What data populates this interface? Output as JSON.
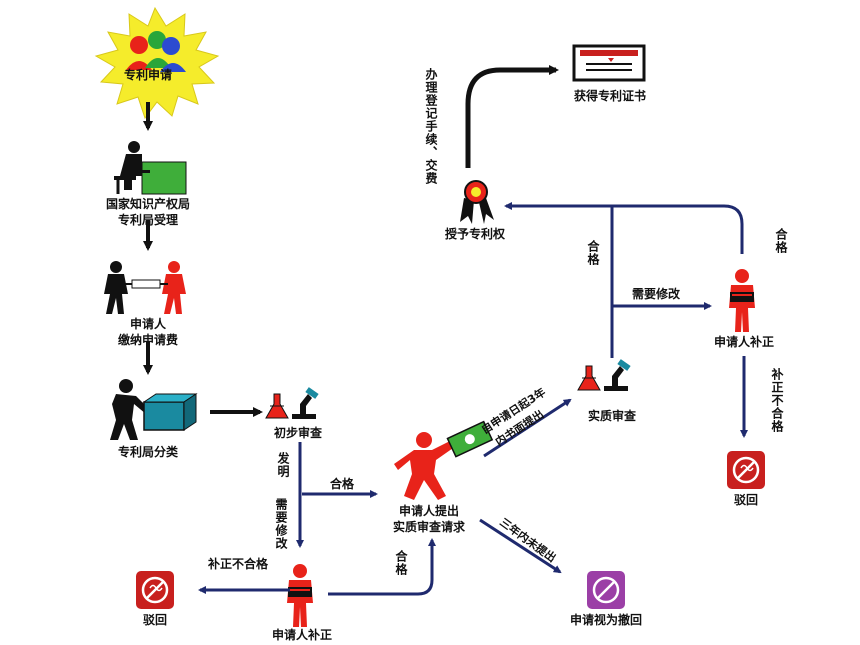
{
  "nodes": {
    "apply": "专利申请",
    "accept": [
      "国家知识产权局",
      "专利局受理"
    ],
    "pay": [
      "申请人",
      "缴纳申请费"
    ],
    "classify": "专利局分类",
    "prelim": "初步审查",
    "request": [
      "申请人提出",
      "实质审查请求"
    ],
    "substantive": "实质审查",
    "grant": "授予专利权",
    "certificate": "获得专利证书",
    "amend_left": "申请人补正",
    "amend_right": "申请人补正",
    "reject_left": "驳回",
    "reject_right": "驳回",
    "withdrawn": "申请视为撤回"
  },
  "edges": {
    "register": "办理登记手续、交费",
    "invention": "发明",
    "need_modify_left": "需要修改",
    "pass_left": "合格",
    "pass_amend": "合格",
    "amend_fail_left": "补正不合格",
    "within3": [
      "自申请日起3年",
      "内书面提出"
    ],
    "not3": "三年内未提出",
    "pass_sub": "合格",
    "need_modify_right": "需要修改",
    "pass_right": "合格",
    "amend_fail_right": "补正不合格"
  },
  "colors": {
    "blue_line": "#1f2a6e",
    "arrow_black": "#111111",
    "person_red": "#e8231a",
    "badge_red": "#c8201e",
    "badge_purple": "#9b3fa6",
    "star_yellow": "#f5ec2b"
  }
}
